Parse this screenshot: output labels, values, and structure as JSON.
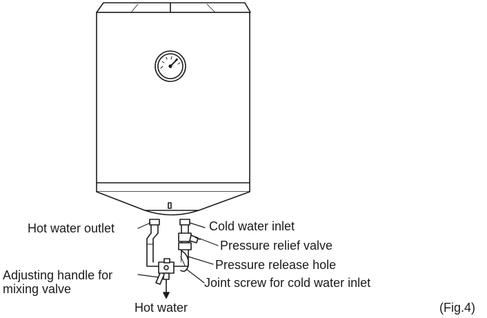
{
  "labels": {
    "hot_water_outlet": "Hot water outlet",
    "cold_water_inlet": "Cold water inlet",
    "pressure_relief_valve": "Pressure relief valve",
    "pressure_release_hole": "Pressure release hole",
    "adjusting_handle_line1": "Adjusting handle for",
    "adjusting_handle_line2": "mixing valve",
    "joint_screw": "Joint screw for cold water inlet",
    "hot_water": "Hot water",
    "figure_ref": "(Fig.4)"
  },
  "colors": {
    "stroke": "#1a1a1a",
    "background": "#ffffff"
  }
}
